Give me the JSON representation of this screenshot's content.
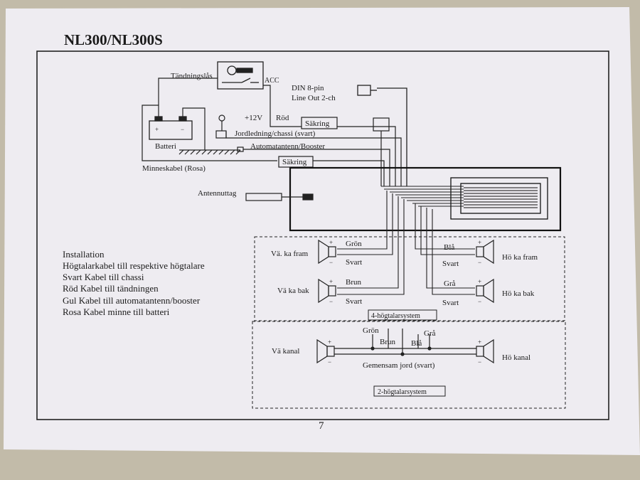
{
  "title": "NL300/NL300S",
  "page_number": "7",
  "labels": {
    "ignition": "Tändningslås",
    "acc": "ACC",
    "din": "DIN 8-pin",
    "lineout": "Line Out 2-ch",
    "v12": "+12V",
    "red": "Röd",
    "fuse": "Säkring",
    "ground": "Jordledning/chassi (svart)",
    "battery": "Batteri",
    "auto_antenna": "Automatantenn/Booster",
    "memory": "Minneskabel (Rosa)",
    "antenna_socket": "Antennuttag"
  },
  "speakers4": {
    "left_front": "Vä. ka fram",
    "left_rear": "Vä ka bak",
    "right_front": "Hö ka fram",
    "right_rear": "Hö ka bak",
    "green": "Grön",
    "brown": "Brun",
    "blue": "Blå",
    "gray": "Grå",
    "black": "Svart",
    "system_label": "4-högtalarsystem"
  },
  "speakers2": {
    "left": "Vä kanal",
    "right": "Hö kanal",
    "green": "Grön",
    "brown": "Brun",
    "blue": "Blå",
    "gray": "Grå",
    "common_ground": "Gemensam jord (svart)",
    "system_label": "2-högtalarsystem"
  },
  "plus": "+",
  "minus": "−",
  "installation": [
    "Installation",
    "Högtalarkabel till respektive högtalare",
    "Svart Kabel till chassi",
    "Röd Kabel till tändningen",
    "Gul Kabel till automatantenn/booster",
    "Rosa Kabel minne till batteri"
  ]
}
